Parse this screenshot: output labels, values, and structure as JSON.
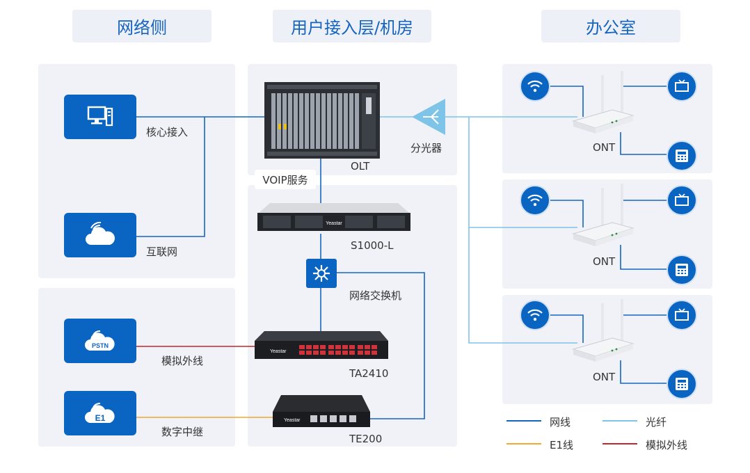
{
  "headers": {
    "network": "网络侧",
    "access": "用户接入层/机房",
    "office": "办公室"
  },
  "labels": {
    "core_access": "核心接入",
    "internet": "互联网",
    "analog_line": "模拟外线",
    "digital_trunk": "数字中继",
    "olt": "OLT",
    "voip_service": "VOIP服务",
    "s1000": "S1000-L",
    "switch": "网络交换机",
    "ta2410": "TA2410",
    "te200": "TE200",
    "splitter": "分光器",
    "ont": "ONT"
  },
  "icon_text": {
    "pstn": "PSTN",
    "e1": "E1"
  },
  "legend": [
    {
      "label": "网线",
      "color": "#1565c0"
    },
    {
      "label": "光纤",
      "color": "#7ec3e8"
    },
    {
      "label": "E1线",
      "color": "#f0a830"
    },
    {
      "label": "模拟外线",
      "color": "#c0282a"
    }
  ],
  "colors": {
    "ethernet": "#1565c0",
    "fiber": "#7ec3e8",
    "e1": "#f0a830",
    "analog": "#c0282a",
    "icon_blue": "#0a64c2",
    "header_text": "#1565c0"
  }
}
